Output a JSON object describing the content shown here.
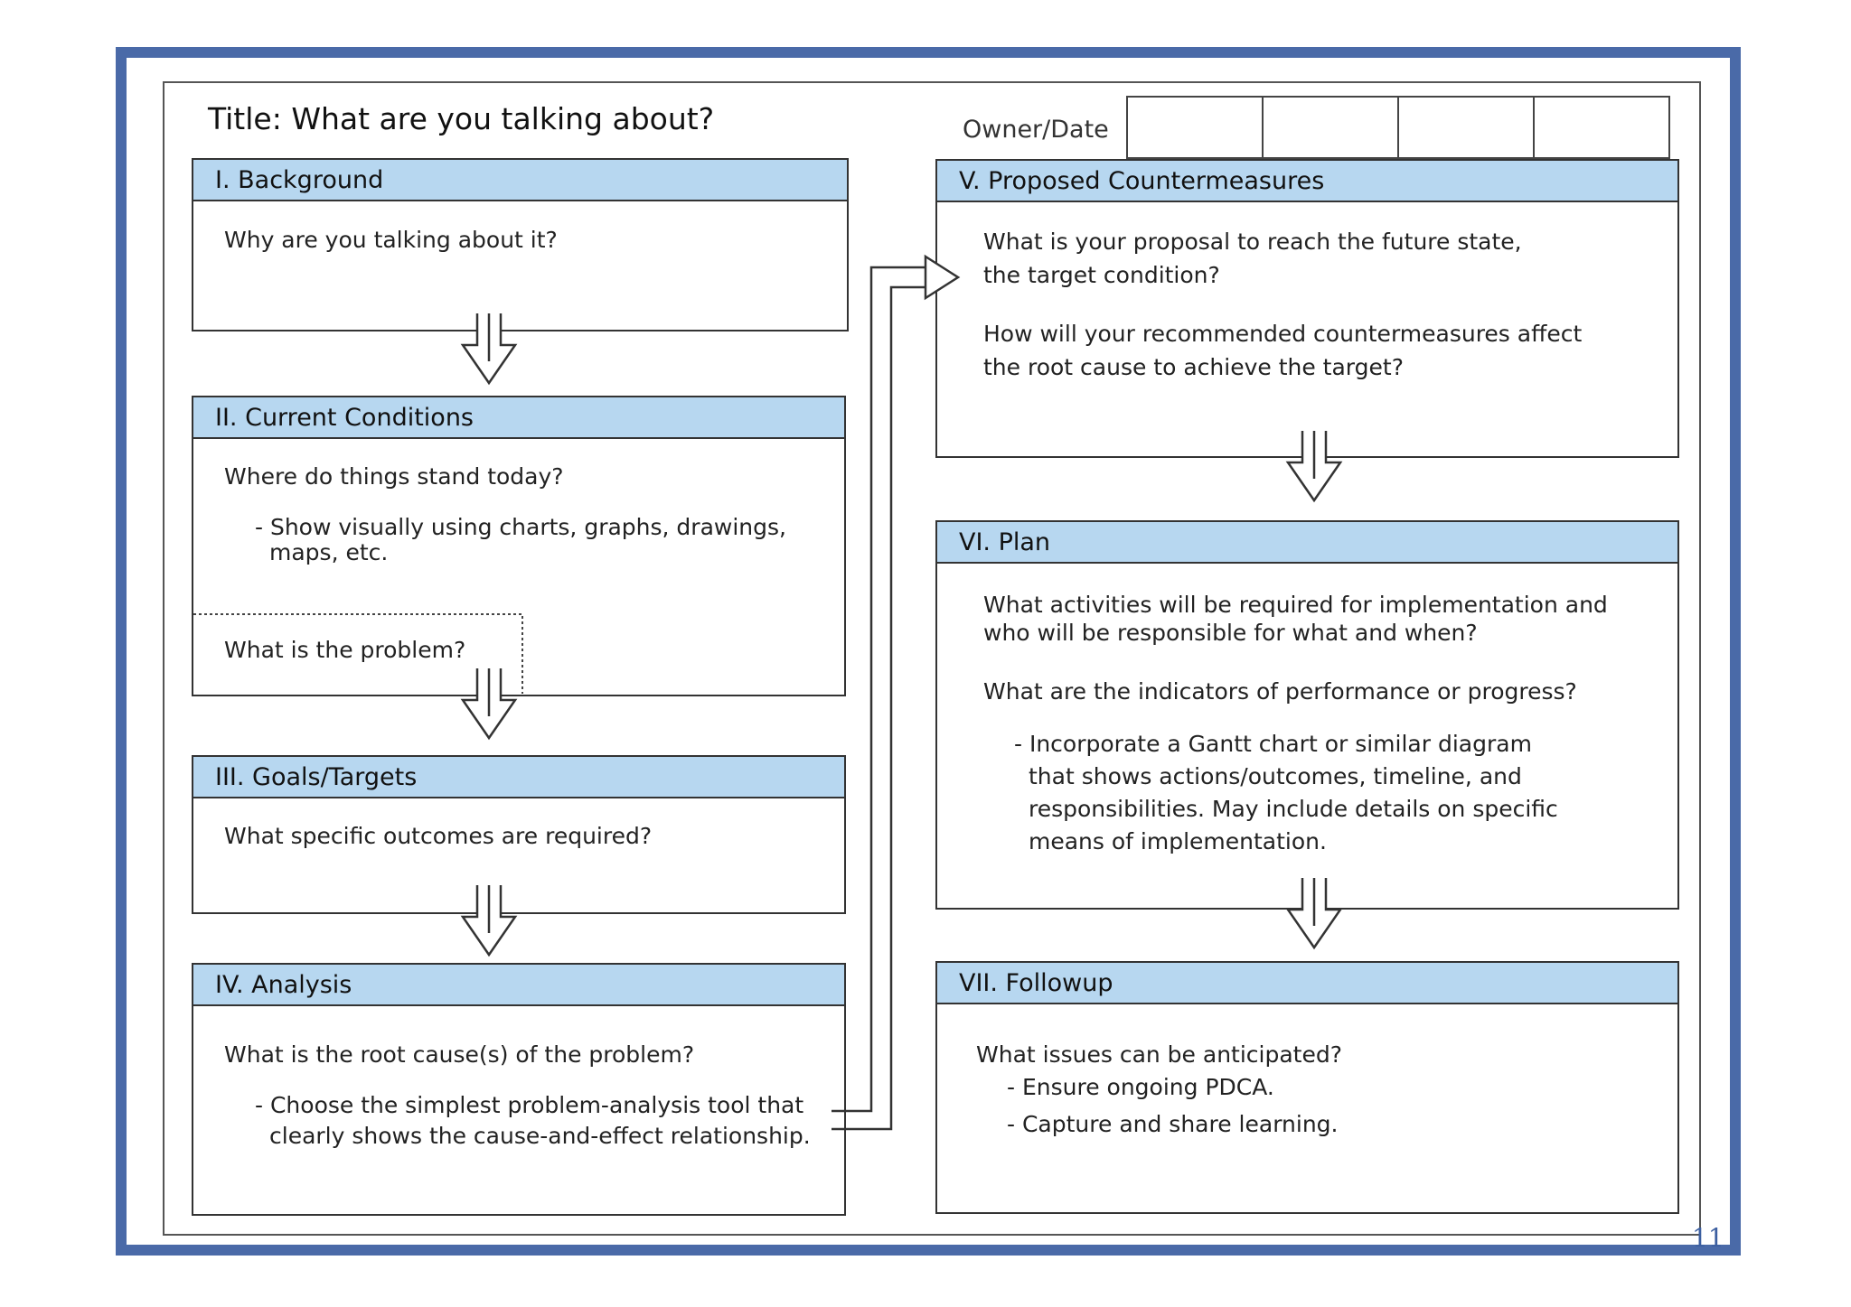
{
  "title": "Title: What are you talking about?",
  "owner_label": "Owner/Date",
  "page_number": "11",
  "sections": {
    "background": {
      "header": "I. Background",
      "lines": [
        "Why are you talking about it?"
      ]
    },
    "current": {
      "header": "II. Current Conditions",
      "lines": [
        "Where do things stand today?",
        "- Show visually using charts, graphs, drawings,",
        "maps, etc.",
        "What is the problem?"
      ]
    },
    "goals": {
      "header": "III. Goals/Targets",
      "lines": [
        "What specific outcomes are required?"
      ]
    },
    "analysis": {
      "header": "IV. Analysis",
      "lines": [
        "What is the root cause(s) of the problem?",
        "- Choose the simplest problem-analysis tool that",
        "clearly shows the cause-and-effect relationship."
      ]
    },
    "countermeasures": {
      "header": "V. Proposed  Countermeasures",
      "lines": [
        "What is your proposal to reach the future state,",
        "the target condition?",
        "How will your recommended countermeasures affect",
        "the root cause to achieve the target?"
      ]
    },
    "plan": {
      "header": "VI. Plan",
      "lines": [
        "What activities will be required for implementation and",
        "who will be responsible for what and when?",
        "What are the indicators of performance or progress?",
        "- Incorporate a Gantt chart or similar diagram",
        "that shows actions/outcomes, timeline, and",
        "responsibilities. May include details on specific",
        "means of implementation."
      ]
    },
    "followup": {
      "header": "VII. Followup",
      "lines": [
        "What issues can be anticipated?",
        "- Ensure ongoing PDCA.",
        "- Capture and share learning."
      ]
    }
  }
}
